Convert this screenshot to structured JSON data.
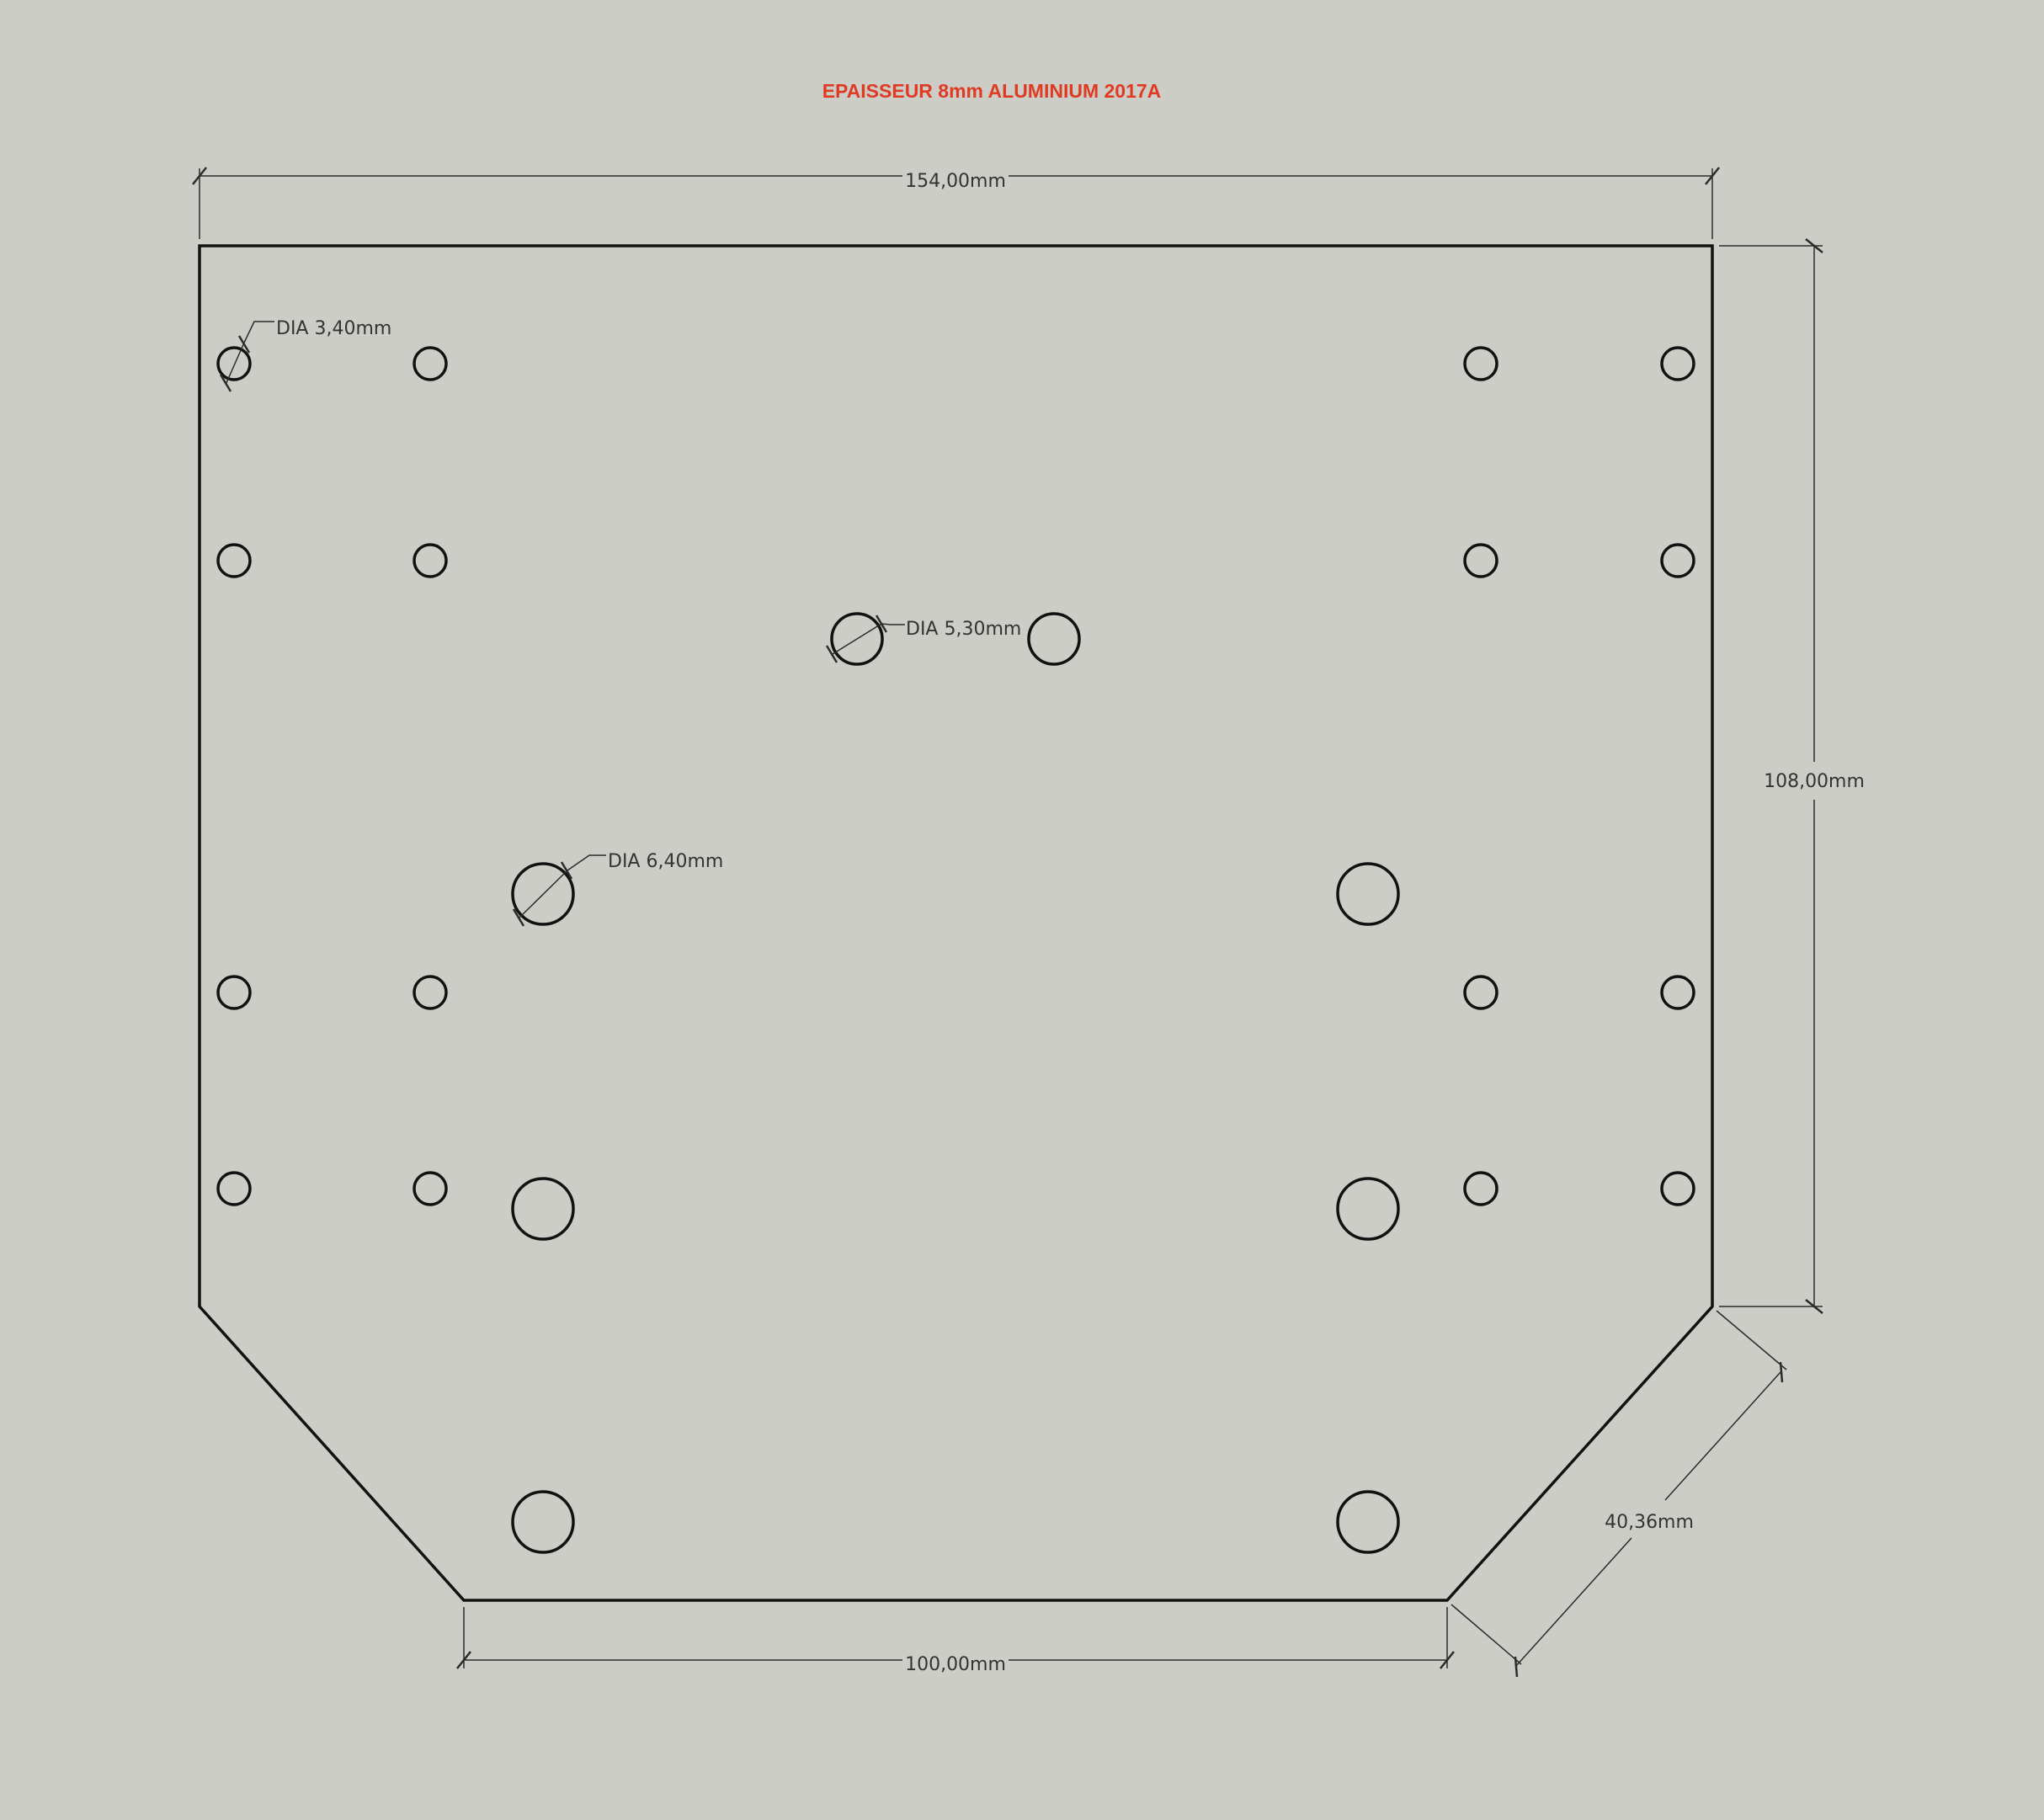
{
  "title": {
    "text": "EPAISSEUR 8mm ALUMINIUM 2017A",
    "color": "#e03a22"
  },
  "dimensions": {
    "width": "154,00mm",
    "height": "108,00mm",
    "bottom_width": "100,00mm",
    "chamfer": "40,36mm"
  },
  "callouts": {
    "small_hole": "DIA 3,40mm",
    "medium_hole": "DIA 5,30mm",
    "large_hole": "DIA 6,40mm"
  }
}
